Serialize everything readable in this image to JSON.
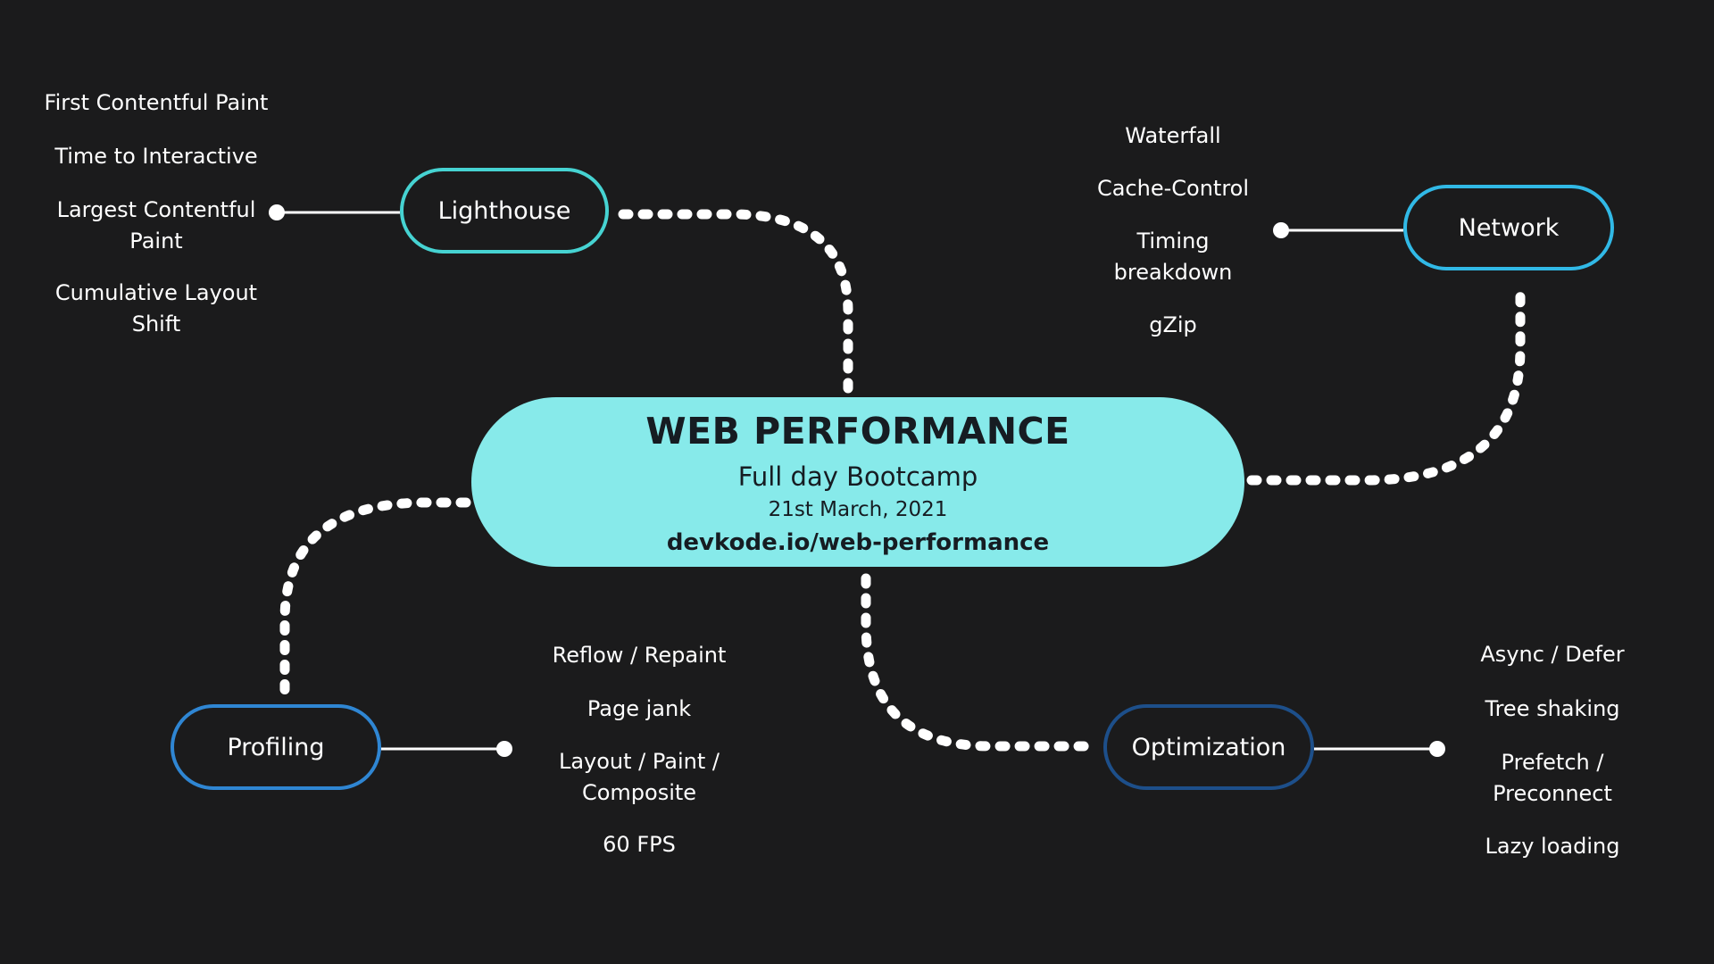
{
  "center": {
    "title": "WEB PERFORMANCE",
    "subtitle": "Full day Bootcamp",
    "date": "21st March, 2021",
    "link": "devkode.io/web-performance"
  },
  "topics": {
    "lighthouse": {
      "label": "Lighthouse",
      "items": [
        "First Contentful Paint",
        "Time to Interactive",
        "Largest Contentful Paint",
        "Cumulative Layout Shift"
      ]
    },
    "network": {
      "label": "Network",
      "items": [
        "Waterfall",
        "Cache-Control",
        "Timing breakdown",
        "gZip"
      ]
    },
    "profiling": {
      "label": "Profiling",
      "items": [
        "Reflow / Repaint",
        "Page jank",
        "Layout / Paint / Composite",
        "60 FPS"
      ]
    },
    "optimization": {
      "label": "Optimization",
      "items": [
        "Async / Defer",
        "Tree shaking",
        "Prefetch / Preconnect",
        "Lazy loading"
      ]
    }
  },
  "colors": {
    "background": "#1b1b1c",
    "center_fill": "#87eaea",
    "lighthouse_border": "#46d3d2",
    "network_border": "#31b9e6",
    "profiling_border": "#2f86d3",
    "optimization_border": "#1d4f8a",
    "connector": "#ffffff"
  }
}
